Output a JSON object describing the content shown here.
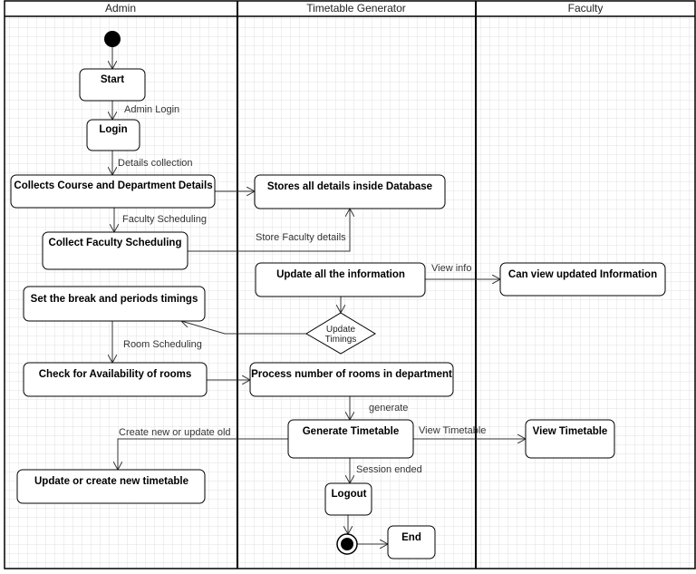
{
  "lanes": [
    "Admin",
    "Timetable Generator",
    "Faculty"
  ],
  "nodes": {
    "start": "Start",
    "login": "Login",
    "collect_course": "Collects Course and Department Details",
    "collect_faculty": "Collect Faculty Scheduling",
    "break_timings": "Set the break and periods timings",
    "check_rooms": "Check for Availability of rooms",
    "update_create": "Update or create new timetable",
    "store_db": "Stores all details inside Database",
    "update_info": "Update all the information",
    "process_rooms": "Process number of rooms in department",
    "generate": "Generate Timetable",
    "logout": "Logout",
    "end": "End",
    "view_info": "Can view updated Information",
    "view_tt": "View Timetable"
  },
  "decision": {
    "line1": "Update",
    "line2": "Timings"
  },
  "edges": {
    "admin_login": "Admin Login",
    "details_collection": "Details collection",
    "faculty_scheduling": "Faculty Scheduling",
    "store_faculty": "Store Faculty details",
    "view_info": "View info",
    "room_scheduling": "Room Scheduling",
    "generate": "generate",
    "create_update": "Create new or update old",
    "view_timetable": "View Timetable",
    "session_ended": "Session ended"
  }
}
